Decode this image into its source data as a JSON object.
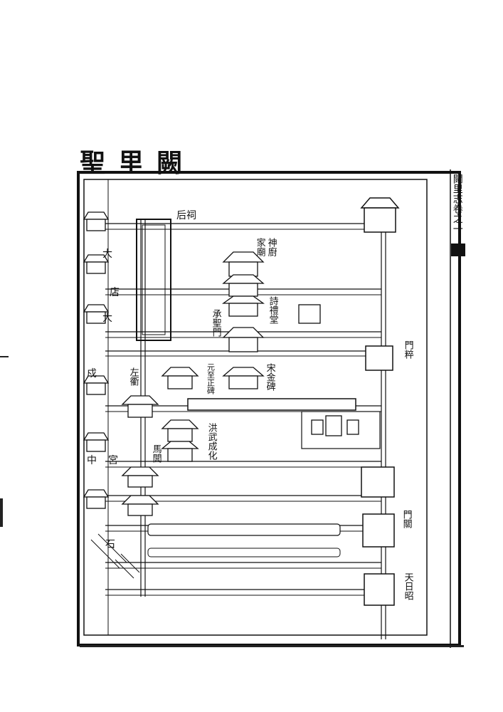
{
  "page": {
    "title": "聖里闕"
  },
  "map": {
    "labels": {
      "houtu_shrine": "后祠",
      "shen_kitchen": "神廚",
      "family_temple": "家廟",
      "poetry_ritual_hall": "詩禮堂",
      "chengsheng_gate": "承聖門",
      "song_jin_stele": "宋金碑",
      "yuan_stele": "元至正碑",
      "hongwu_chenghua": "洪武成化",
      "zuo_alley": "左衢",
      "mahong": "馬閭",
      "gate_zhong_1": "門粹",
      "gate_que": "門關",
      "tian_ming": "天日昭",
      "da_1": "大",
      "da_2": "大",
      "shi": "石",
      "dian": "店",
      "shu": "戍",
      "gong": "宮",
      "zhong": "中"
    },
    "side_strip": "闕里志卷之一"
  }
}
